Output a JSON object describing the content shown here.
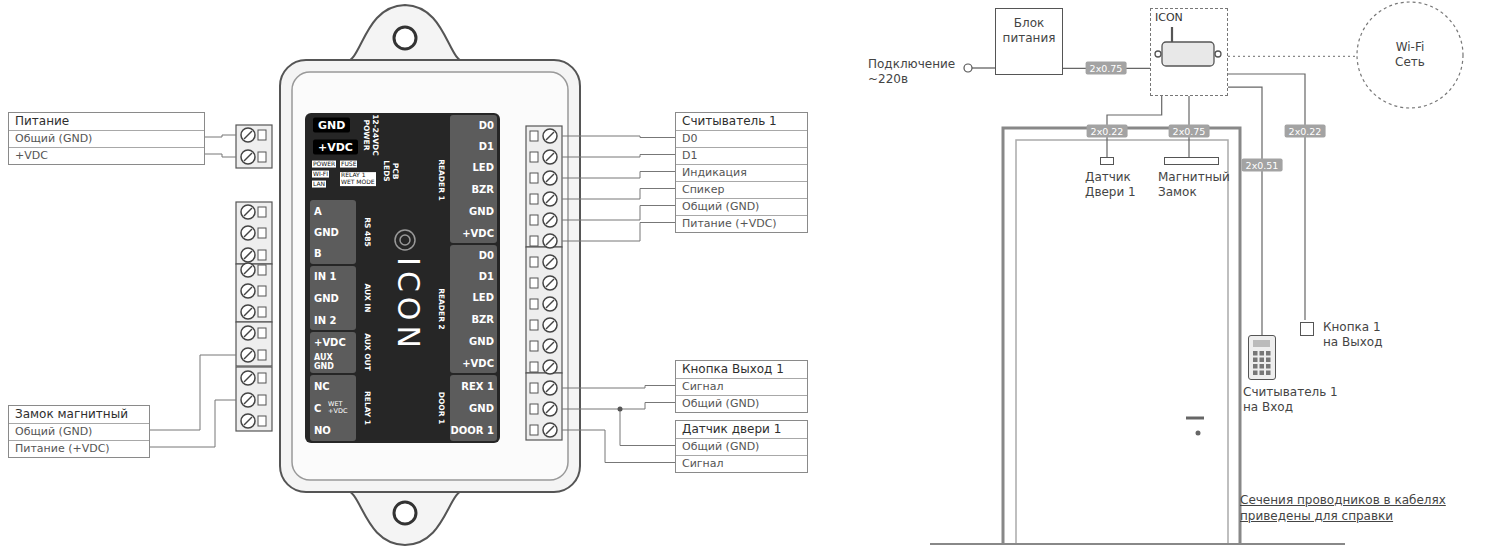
{
  "diagram": {
    "nodes": [
      {
        "text": [
          "Питание",
          "Общий (GND)",
          "+VDC"
        ]
      },
      {
        "text": [
          "Замок магнитный",
          "Общий (GND)",
          "Питание (+VDC)"
        ]
      },
      {
        "text": [
          "Считыватель 1",
          "D0",
          "D1",
          "Индикация",
          "Спикер",
          "Общий (GND)",
          "Питание (+VDC)"
        ]
      },
      {
        "text": [
          "Кнопка Выход 1",
          "Сигнал",
          "Общий (GND)"
        ]
      },
      {
        "text": [
          "Датчик двери 1",
          "Общий (GND)",
          "Сигнал"
        ]
      },
      {
        "text": [
          "Блок питания"
        ]
      },
      {
        "text": [
          "ICON"
        ]
      },
      {
        "text": [
          "Wi-Fi Сеть"
        ]
      },
      {
        "text": [
          "Датчик Двери 1"
        ]
      },
      {
        "text": [
          "Магнитный Замок"
        ]
      },
      {
        "text": [
          "Считыватель 1 на Вход"
        ]
      },
      {
        "text": [
          "Кнопка 1 на Выход"
        ]
      }
    ],
    "edges": [
      {
        "from": 5,
        "to": 6,
        "arrow": "none",
        "label": "2x0.75"
      },
      {
        "from": 6,
        "to": 7,
        "arrow": "none"
      },
      {
        "from": 6,
        "to": 8,
        "arrow": "none",
        "label": "2x0.22"
      },
      {
        "from": 6,
        "to": 9,
        "arrow": "none",
        "label": "2x0.75"
      },
      {
        "from": 6,
        "to": 10,
        "arrow": "none",
        "label": "2x0.51"
      },
      {
        "from": 6,
        "to": 11,
        "arrow": "none",
        "label": "2x0.22"
      }
    ],
    "labels": [
      "GND",
      "+VDC",
      "POWER",
      "FUSE",
      "WI-FI",
      "RELAY 1 WET MODE",
      "LAN",
      "12-24VDC POWER",
      "PCB LEDS",
      "A",
      "GND",
      "B",
      "RS 485",
      "IN 1",
      "GND",
      "IN 2",
      "AUX IN",
      "+VDC",
      "AUX GND",
      "AUX OUT",
      "NC",
      "C",
      "WET +VDC",
      "NO",
      "RELAY 1",
      "ICON",
      "D0",
      "D1",
      "LED",
      "BZR",
      "GND",
      "+VDC",
      "READER 1",
      "D0",
      "D1",
      "LED",
      "BZR",
      "GND",
      "+VDC",
      "READER 2",
      "REX 1",
      "GND",
      "DOOR 1",
      "DOOR 1",
      "Подключение ~220в",
      "Сечения проводников в кабелях приведены для справки"
    ]
  }
}
